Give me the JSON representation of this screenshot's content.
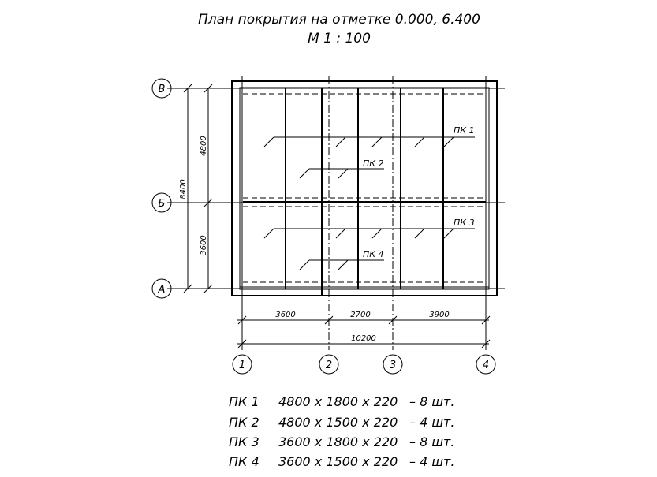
{
  "title": {
    "line1": "План покрытия на отметке  0.000, 6.400",
    "line2": "М  1 : 100"
  },
  "axes": {
    "rows": [
      "В",
      "Б",
      "А"
    ],
    "cols": [
      "1",
      "2",
      "3",
      "4"
    ]
  },
  "dimensions": {
    "horizontal": [
      "3600",
      "2700",
      "3900"
    ],
    "horizontal_total": "10200",
    "vertical": [
      "4800",
      "3600"
    ],
    "vertical_total": "8400"
  },
  "panel_labels": [
    "ПК 1",
    "ПК 2",
    "ПК 3",
    "ПК 4"
  ],
  "spec": [
    {
      "mark": "ПК 1",
      "size": "4800 х 1800 х 220",
      "qty": "–  8  шт."
    },
    {
      "mark": "ПК 2",
      "size": "4800 х 1500 х 220",
      "qty": "–  4  шт."
    },
    {
      "mark": "ПК 3",
      "size": "3600 х 1800 х 220",
      "qty": "–  8  шт."
    },
    {
      "mark": "ПК 4",
      "size": "3600 х 1500 х 220",
      "qty": "–  4  шт."
    }
  ]
}
